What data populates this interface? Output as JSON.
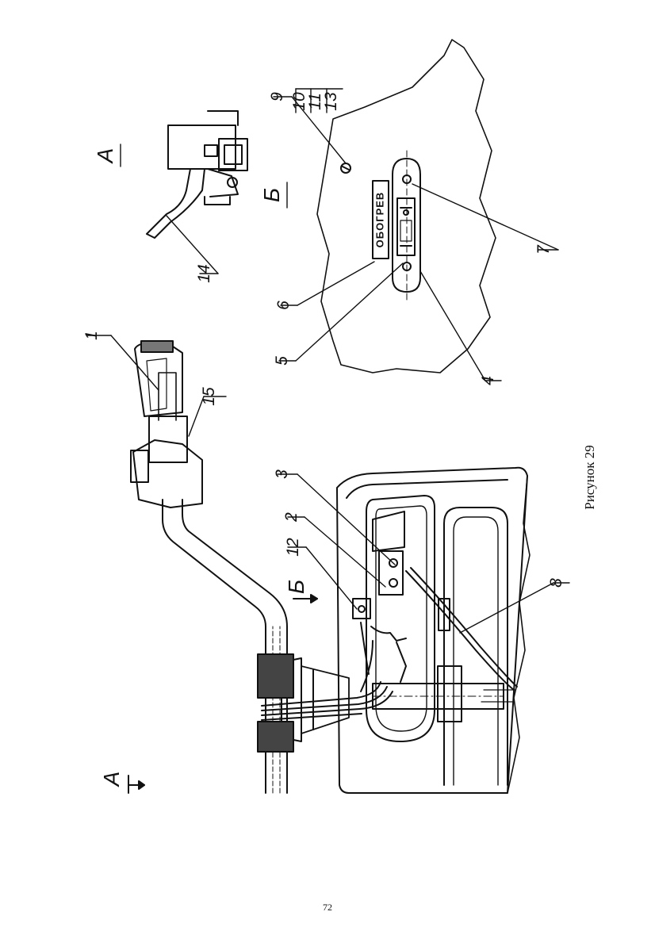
{
  "figure": {
    "caption": "Рисунок 29",
    "page_number": "72",
    "plate_text": "ОБОГРЕВ",
    "view_labels": {
      "a": "А",
      "b": "Б"
    },
    "callouts": {
      "c1": "1",
      "c2": "2",
      "c3": "3",
      "c4": "4",
      "c5": "5",
      "c6": "6",
      "c7": "7",
      "c8": "8",
      "c9": "9",
      "c10": "10",
      "c11": "11",
      "c12": "12",
      "c13": "13",
      "c14": "14",
      "c15": "15"
    }
  }
}
